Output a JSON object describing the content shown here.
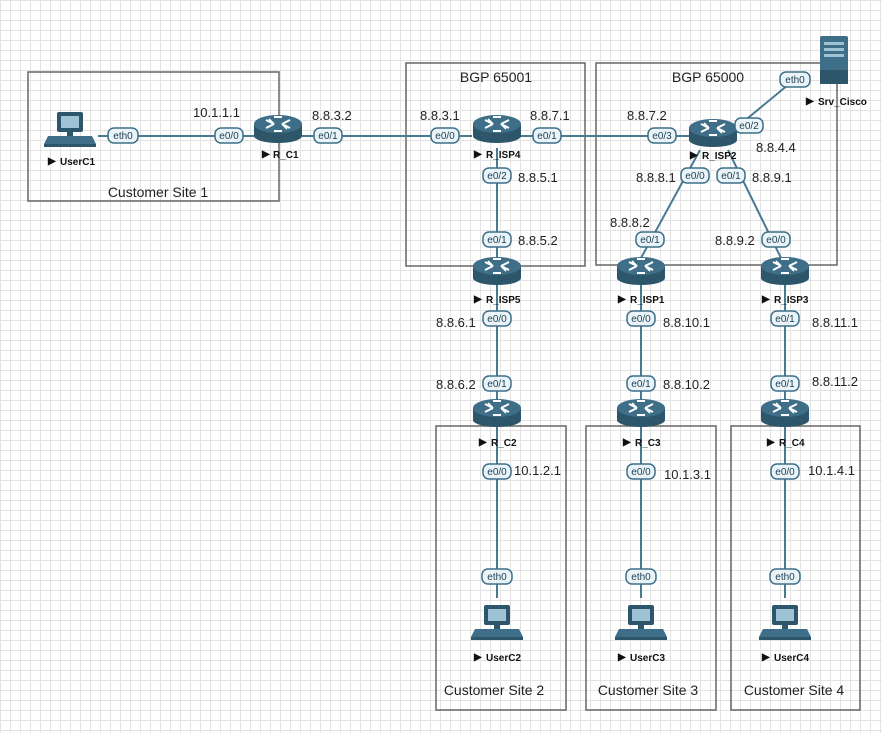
{
  "colors": {
    "device": "#3f6f88",
    "device_dark": "#2e566b",
    "link": "#4a7a92",
    "pill_bg": "#e9f3f8"
  },
  "areas": {
    "site1": "Customer Site 1",
    "site2": "Customer Site 2",
    "site3": "Customer Site 3",
    "site4": "Customer Site 4",
    "bgp65001": "BGP 65001",
    "bgp65000": "BGP 65000"
  },
  "devices": {
    "userc1": "UserC1",
    "r_c1": "R_C1",
    "r_isp4": "R_ISP4",
    "r_isp2": "R_ISP2",
    "srv_cisco": "Srv_Cisco",
    "r_isp5": "R_ISP5",
    "r_isp1": "R_ISP1",
    "r_isp3": "R_ISP3",
    "r_c2": "R_C2",
    "r_c3": "R_C3",
    "r_c4": "R_C4",
    "userc2": "UserC2",
    "userc3": "UserC3",
    "userc4": "UserC4"
  },
  "interfaces": {
    "userc1_eth0": "eth0",
    "rc1_e00": "e0/0",
    "rc1_e01": "e0/1",
    "isp4_e00": "e0/0",
    "isp4_e01": "e0/1",
    "isp4_e02": "e0/2",
    "isp2_e03": "e0/3",
    "isp2_e02": "e0/2",
    "isp2_e00": "e0/0",
    "isp2_e01": "e0/1",
    "srv_eth0": "eth0",
    "isp5_e01": "e0/1",
    "isp5_e00": "e0/0",
    "isp1_e01": "e0/1",
    "isp1_e00": "e0/0",
    "isp3_e00": "e0/0",
    "isp3_e01": "e0/1",
    "rc2_e01": "e0/1",
    "rc2_e00": "e0/0",
    "rc3_e01": "e0/1",
    "rc3_e00": "e0/0",
    "rc4_e01": "e0/1",
    "rc4_e00": "e0/0",
    "userc2_eth0": "eth0",
    "userc3_eth0": "eth0",
    "userc4_eth0": "eth0"
  },
  "addresses": {
    "a_10_1_1_1": "10.1.1.1",
    "a_8_8_3_2": "8.8.3.2",
    "a_8_8_3_1": "8.8.3.1",
    "a_8_8_7_1": "8.8.7.1",
    "a_8_8_7_2": "8.8.7.2",
    "a_8_8_4_4": "8.8.4.4",
    "a_8_8_5_1": "8.8.5.1",
    "a_8_8_5_2": "8.8.5.2",
    "a_8_8_8_1": "8.8.8.1",
    "a_8_8_9_1": "8.8.9.1",
    "a_8_8_8_2": "8.8.8.2",
    "a_8_8_9_2": "8.8.9.2",
    "a_8_8_6_1": "8.8.6.1",
    "a_8_8_6_2": "8.8.6.2",
    "a_8_8_10_1": "8.8.10.1",
    "a_8_8_10_2": "8.8.10.2",
    "a_8_8_11_1": "8.8.11.1",
    "a_8_8_11_2": "8.8.11.2",
    "a_10_1_2_1": "10.1.2.1",
    "a_10_1_3_1": "10.1.3.1",
    "a_10_1_4_1": "10.1.4.1"
  }
}
